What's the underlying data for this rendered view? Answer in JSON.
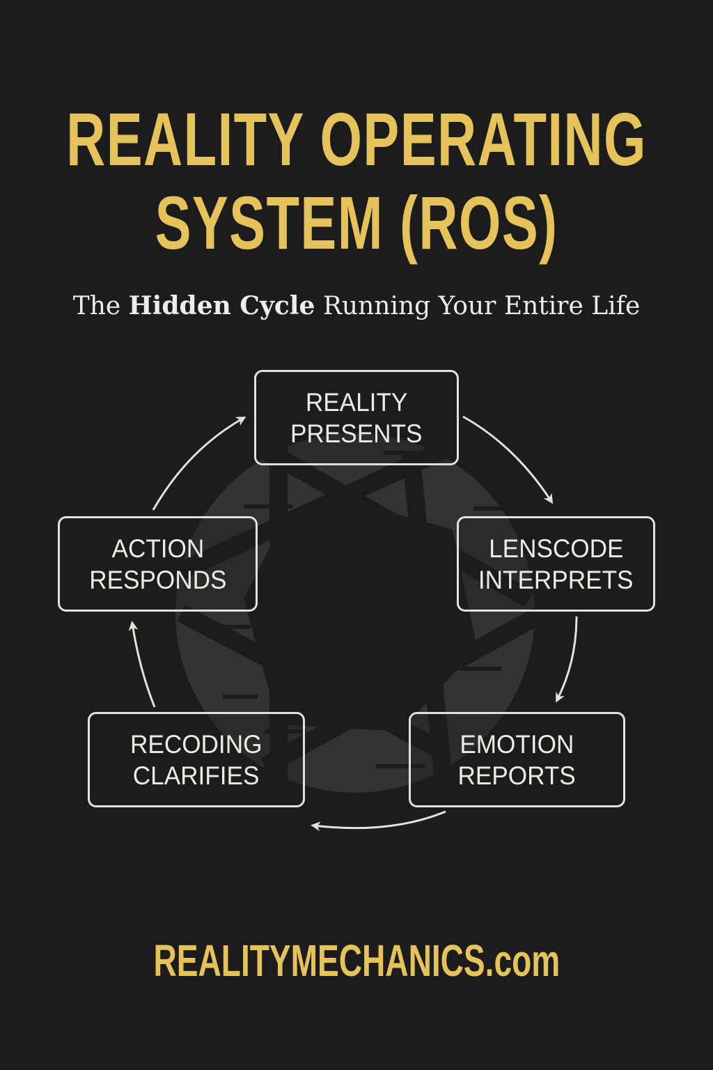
{
  "title": {
    "line1": "REALITY OPERATING",
    "line2": "SYSTEM (ROS)"
  },
  "subtitle": {
    "pre": "The ",
    "bold": "Hidden Cycle",
    "post": " Running Your Entire Life"
  },
  "cycle": [
    {
      "line1": "REALITY",
      "line2": "PRESENTS"
    },
    {
      "line1": "LENSCODE",
      "line2": "INTERPRETS"
    },
    {
      "line1": "EMOTION",
      "line2": "REPORTS"
    },
    {
      "line1": "RECODING",
      "line2": "CLARIFIES"
    },
    {
      "line1": "ACTION",
      "line2": "RESPONDS"
    }
  ],
  "footer": "REALITYMECHANICS.com",
  "colors": {
    "background": "#1c1c1c",
    "accent": "#e5c35a",
    "box": "#e4e2d8",
    "aperture": "#333333"
  }
}
